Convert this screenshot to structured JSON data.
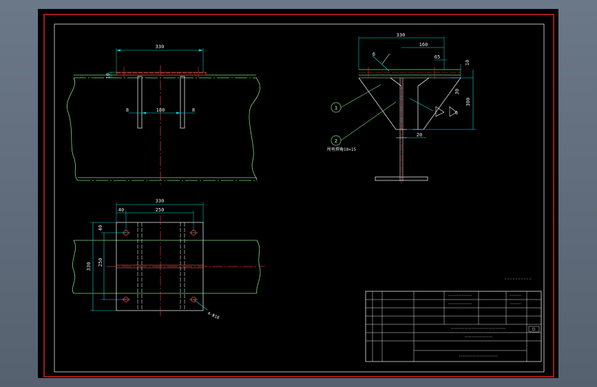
{
  "colors": {
    "background": "#000000",
    "frame_red": "#c8201e",
    "frame_white": "#e8e8e8",
    "outline_green": "#7de07d",
    "dim_cyan": "#00e5e5",
    "center_red": "#e23030",
    "text_white": "#e8e8e8",
    "symbol_white": "#ffffff"
  },
  "views": {
    "front": {
      "dim_top": "330",
      "dim_side": "10",
      "dim_left": "8",
      "dim_mid": "180",
      "dim_right": "8"
    },
    "section": {
      "dim_top": "330",
      "dim_upper": "160",
      "dim_small": "65",
      "dim_side_right": "10",
      "dim_mid_a": "30",
      "dim_mid_b": "300",
      "dim_bottom": "20",
      "label_one": "1",
      "label_two": "2",
      "weld_a": "6",
      "weld_b": "6",
      "note": "所有焊角10×15"
    },
    "plan": {
      "dim_top": "330",
      "dim_left_off": "40",
      "dim_hole_span": "250",
      "dim_side_a": "40",
      "dim_height_outer": "330",
      "dim_height_inner": "250",
      "hole_note": "4-Φ18"
    }
  }
}
